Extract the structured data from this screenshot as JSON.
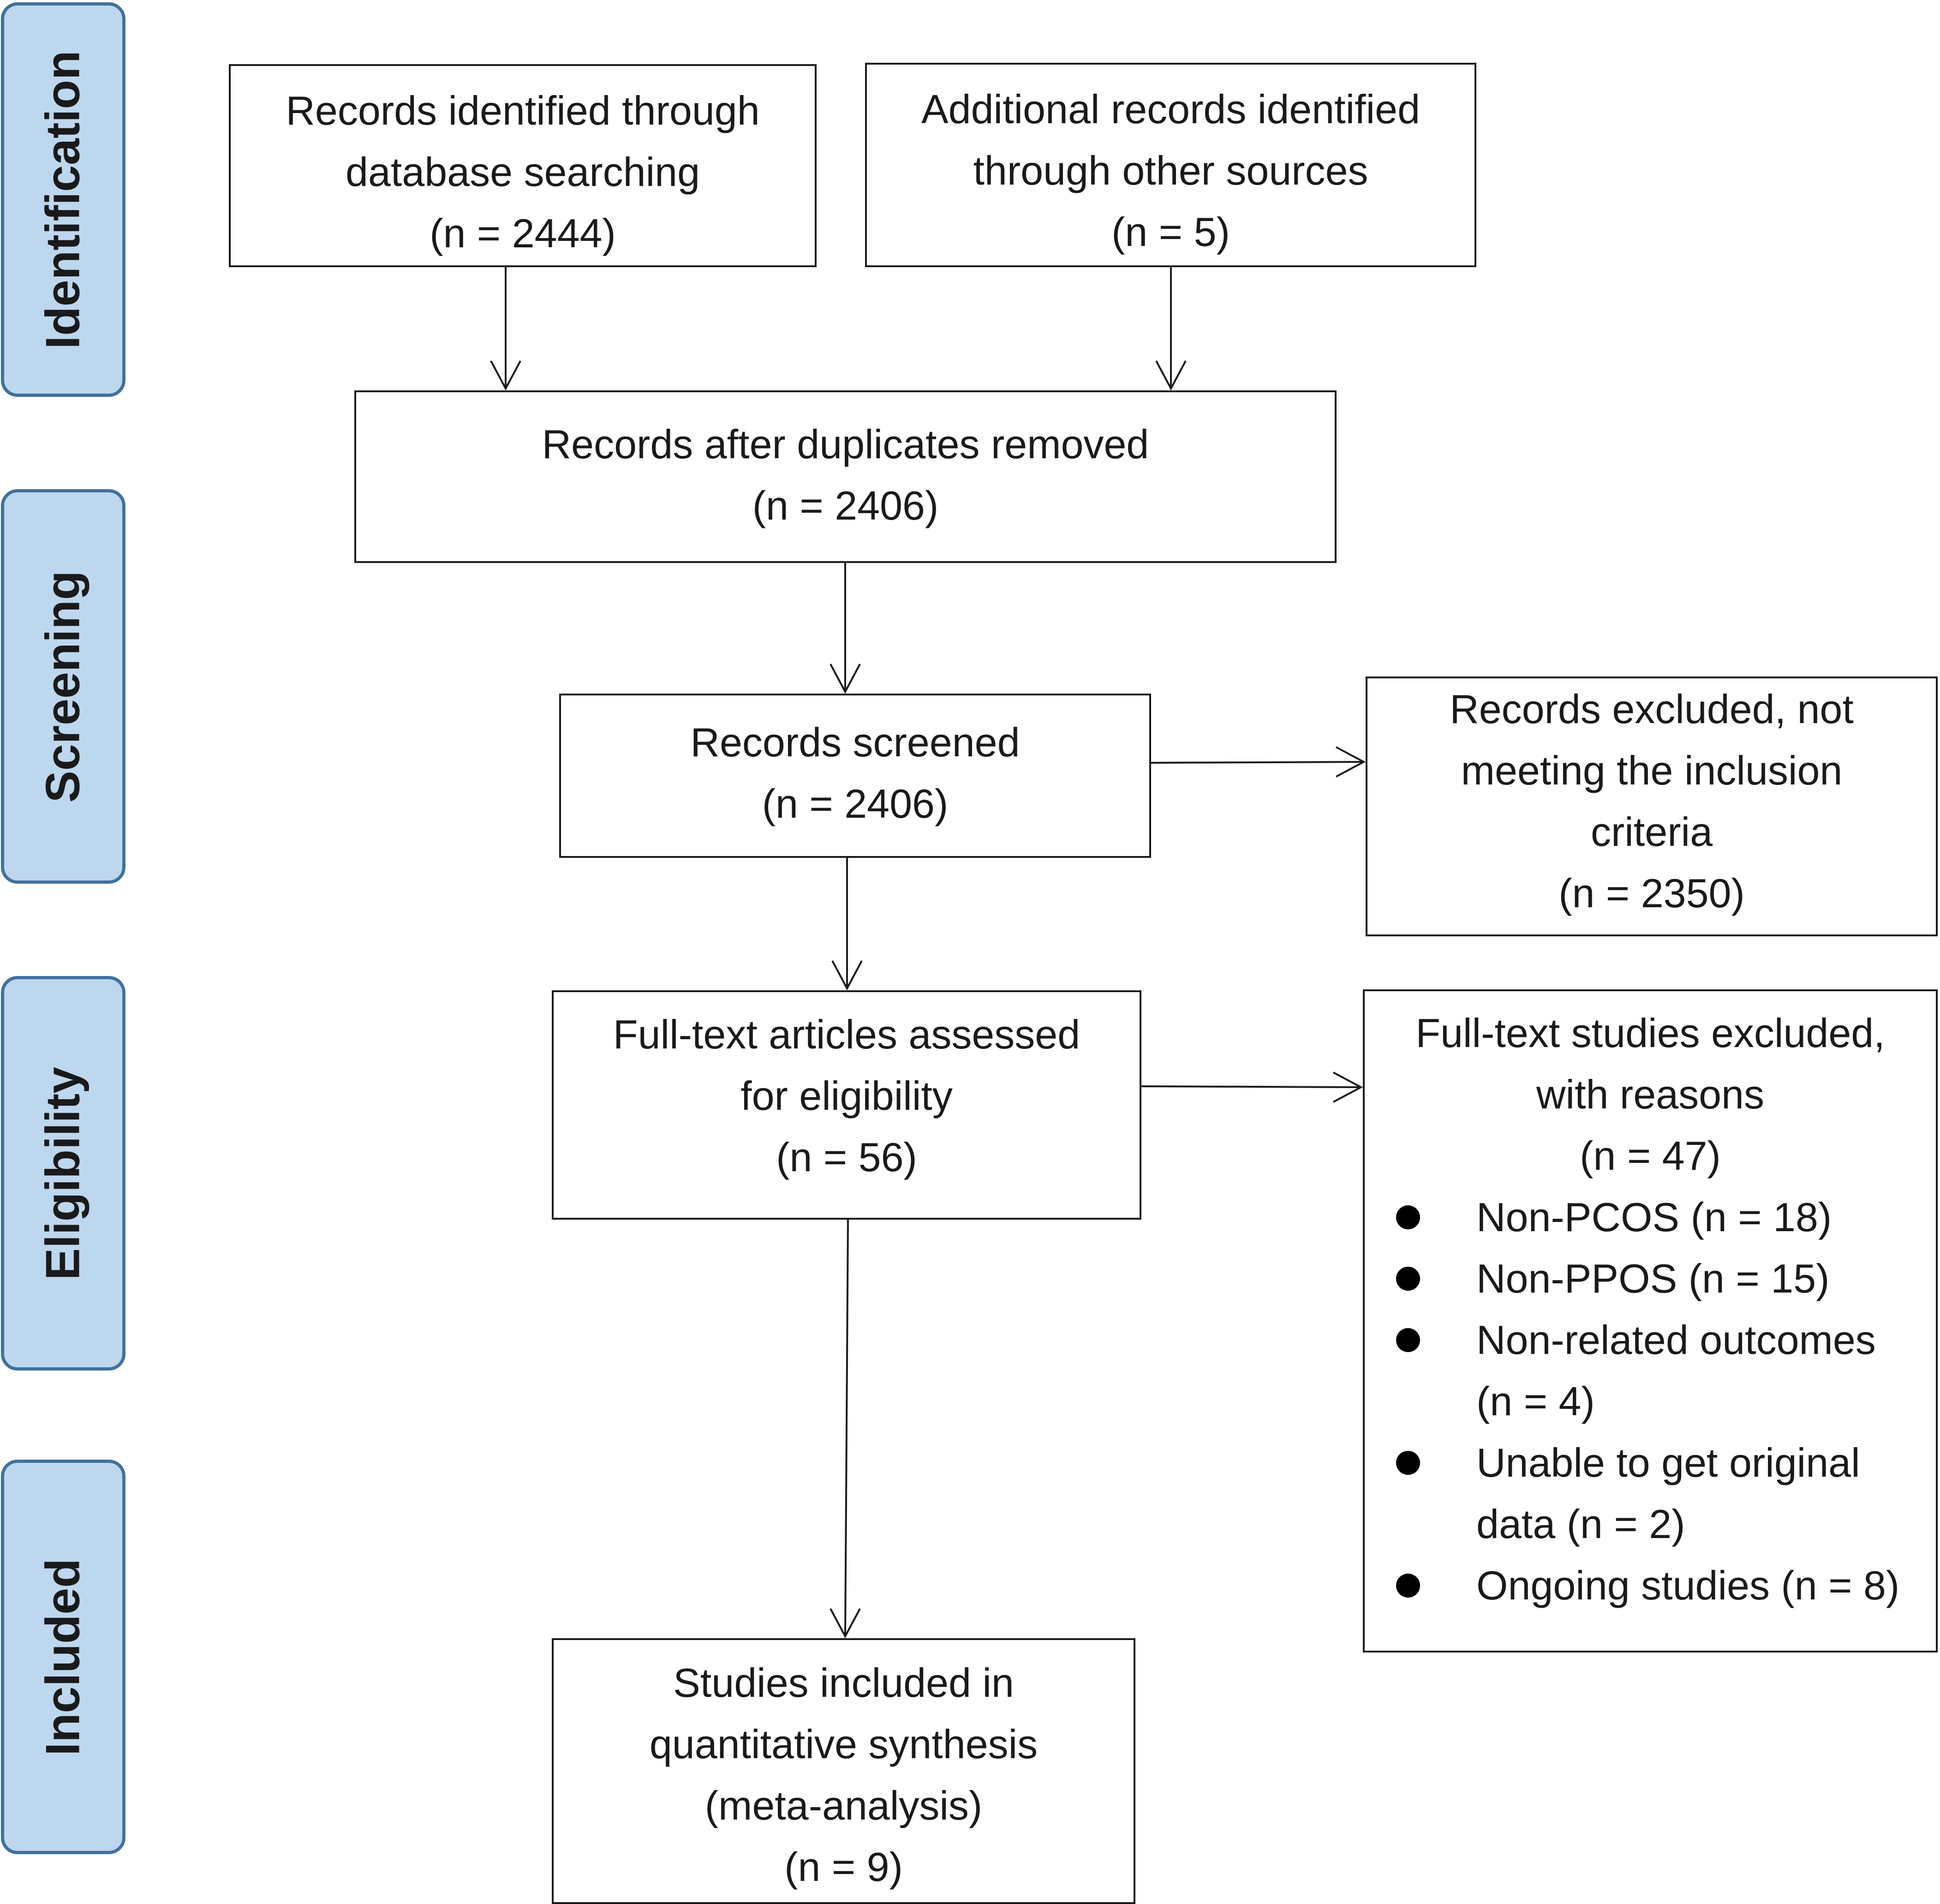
{
  "phases": {
    "identification": "Identification",
    "screening": "Screening",
    "eligibility": "Eligibility",
    "included": "Included"
  },
  "boxes": {
    "database_search": {
      "lines": [
        "Records identified through",
        "database searching",
        "(n = 2444)"
      ]
    },
    "other_sources": {
      "lines": [
        "Additional records identified",
        "through other sources",
        "(n = 5)"
      ]
    },
    "after_duplicates": {
      "lines": [
        "Records after duplicates removed",
        "(n = 2406)"
      ]
    },
    "screened": {
      "lines": [
        "Records screened",
        "(n = 2406)"
      ]
    },
    "excluded_screening": {
      "lines": [
        "Records excluded, not",
        "meeting the inclusion",
        "criteria",
        "(n = 2350)"
      ]
    },
    "fulltext_assessed": {
      "lines": [
        "Full-text articles assessed",
        "for eligibility",
        "(n = 56)"
      ]
    },
    "fulltext_excluded": {
      "lines": [
        "Full-text studies excluded,",
        "with reasons",
        "(n = 47)"
      ],
      "reasons": [
        {
          "lines": [
            "Non-PCOS (n = 18)"
          ]
        },
        {
          "lines": [
            "Non-PPOS (n = 15)"
          ]
        },
        {
          "lines": [
            "Non-related outcomes",
            "(n = 4)"
          ]
        },
        {
          "lines": [
            "Unable to get original",
            "data (n = 2)"
          ]
        },
        {
          "lines": [
            "Ongoing studies (n = 8)"
          ]
        }
      ]
    },
    "included": {
      "lines": [
        "Studies included in",
        "quantitative synthesis",
        "(meta-analysis)",
        "(n = 9)"
      ]
    }
  }
}
